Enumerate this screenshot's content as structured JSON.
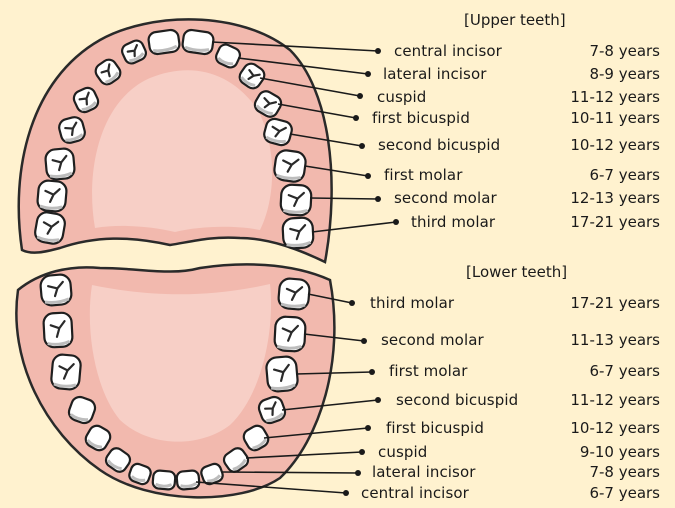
{
  "upper": {
    "header": "[Upper teeth]",
    "teeth": [
      {
        "name": "central incisor",
        "age": "7-8 years"
      },
      {
        "name": "lateral incisor",
        "age": "8-9 years"
      },
      {
        "name": "cuspid",
        "age": "11-12 years"
      },
      {
        "name": "first bicuspid",
        "age": "10-11 years"
      },
      {
        "name": "second bicuspid",
        "age": "10-12 years"
      },
      {
        "name": "first molar",
        "age": "6-7 years"
      },
      {
        "name": "second molar",
        "age": "12-13 years"
      },
      {
        "name": "third molar",
        "age": "17-21 years"
      }
    ]
  },
  "lower": {
    "header": "[Lower teeth]",
    "teeth": [
      {
        "name": "third molar",
        "age": "17-21 years"
      },
      {
        "name": "second molar",
        "age": "11-13 years"
      },
      {
        "name": "first molar",
        "age": "6-7 years"
      },
      {
        "name": "second bicuspid",
        "age": "11-12 years"
      },
      {
        "name": "first bicuspid",
        "age": "10-12 years"
      },
      {
        "name": "cuspid",
        "age": "9-10 years"
      },
      {
        "name": "lateral incisor",
        "age": "7-8 years"
      },
      {
        "name": "central incisor",
        "age": "6-7 years"
      }
    ]
  },
  "colors": {
    "background": "#fff2cf",
    "gum": "#f2b9ae",
    "gum_outline": "#2a2a2a",
    "palate": "#f7cfc6",
    "tooth": "#ffffff",
    "tooth_shadow": "#bdbdbd"
  }
}
